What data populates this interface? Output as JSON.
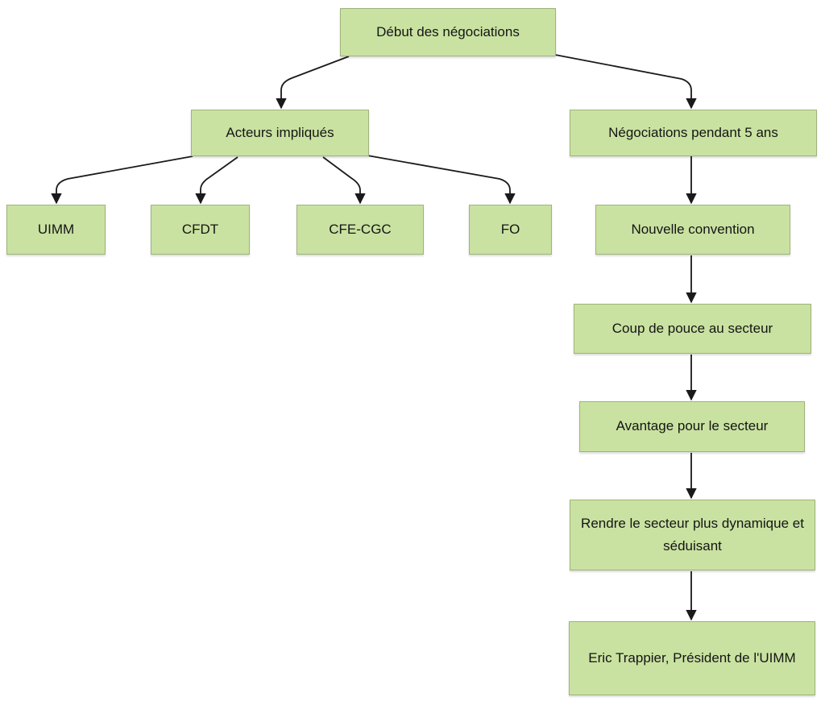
{
  "colors": {
    "background": "#ffffff",
    "node_fill": "#c9e2a1",
    "node_border": "#9fb37c",
    "node_text": "#151515",
    "arrow": "#1a1a1a"
  },
  "diagram": {
    "type": "flowchart",
    "language": "fr",
    "nodes": {
      "debut": {
        "label": "Début des négociations"
      },
      "acteurs": {
        "label": "Acteurs impliqués"
      },
      "negociations_5_ans": {
        "label": "Négociations pendant 5 ans"
      },
      "uimm": {
        "label": "UIMM"
      },
      "cfdt": {
        "label": "CFDT"
      },
      "cfe_cgc": {
        "label": "CFE-CGC"
      },
      "fo": {
        "label": "FO"
      },
      "nouvelle_convention": {
        "label": "Nouvelle convention"
      },
      "coup_de_pouce": {
        "label": "Coup de pouce au secteur"
      },
      "avantage_secteur": {
        "label": "Avantage pour le secteur"
      },
      "rendre_dynamique": {
        "label": "Rendre le secteur plus dynamique et séduisant"
      },
      "eric_trappier": {
        "label": "Eric Trappier, Président de l'UIMM"
      }
    },
    "edges": [
      {
        "from": "debut",
        "to": "acteurs"
      },
      {
        "from": "debut",
        "to": "negociations_5_ans"
      },
      {
        "from": "acteurs",
        "to": "uimm"
      },
      {
        "from": "acteurs",
        "to": "cfdt"
      },
      {
        "from": "acteurs",
        "to": "cfe_cgc"
      },
      {
        "from": "acteurs",
        "to": "fo"
      },
      {
        "from": "negociations_5_ans",
        "to": "nouvelle_convention"
      },
      {
        "from": "nouvelle_convention",
        "to": "coup_de_pouce"
      },
      {
        "from": "coup_de_pouce",
        "to": "avantage_secteur"
      },
      {
        "from": "avantage_secteur",
        "to": "rendre_dynamique"
      },
      {
        "from": "rendre_dynamique",
        "to": "eric_trappier"
      }
    ]
  }
}
